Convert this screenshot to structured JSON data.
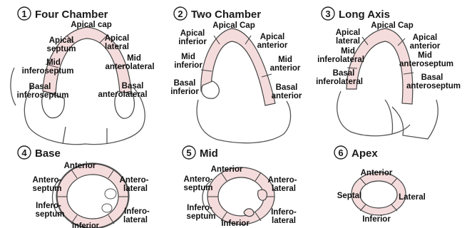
{
  "colors": {
    "segment_fill": "#f5dcdc",
    "outline": "#444444",
    "text": "#111111"
  },
  "views": [
    {
      "number": "1",
      "title": "Four Chamber",
      "labels": {
        "apical_cap": "Apical cap",
        "apical_septum_1": "Apical",
        "apical_septum_2": "septum",
        "apical_lateral_1": "Apical",
        "apical_lateral_2": "lateral",
        "mid_inferoseptum_1": "Mid",
        "mid_inferoseptum_2": "inferoseptum",
        "mid_anterolateral_1": "Mid",
        "mid_anterolateral_2": "anterolateral",
        "basal_inferoseptum_1": "Basal",
        "basal_inferoseptum_2": "inferoseptum",
        "basal_anterolateral_1": "Basal",
        "basal_anterolateral_2": "anterolateral"
      }
    },
    {
      "number": "2",
      "title": "Two Chamber",
      "labels": {
        "apical_cap": "Apical Cap",
        "apical_inferior_1": "Apical",
        "apical_inferior_2": "inferior",
        "apical_anterior_1": "Apical",
        "apical_anterior_2": "anterior",
        "mid_inferior_1": "Mid",
        "mid_inferior_2": "inferior",
        "mid_anterior_1": "Mid",
        "mid_anterior_2": "anterior",
        "basal_inferior_1": "Basal",
        "basal_inferior_2": "inferior",
        "basal_anterior_1": "Basal",
        "basal_anterior_2": "anterior"
      }
    },
    {
      "number": "3",
      "title": "Long Axis",
      "labels": {
        "apical_cap": "Apical Cap",
        "apical_lateral_1": "Apical",
        "apical_lateral_2": "lateral",
        "apical_anterior_1": "Apical",
        "apical_anterior_2": "anterior",
        "mid_inferolateral_1": "Mid",
        "mid_inferolateral_2": "inferolateral",
        "mid_anteroseptum_1": "Mid",
        "mid_anteroseptum_2": "anteroseptum",
        "basal_inferolateral_1": "Basal",
        "basal_inferolateral_2": "inferolateral",
        "basal_anteroseptum_1": "Basal",
        "basal_anteroseptum_2": "anteroseptum"
      }
    },
    {
      "number": "4",
      "title": "Base",
      "labels": {
        "anterior": "Anterior",
        "anteroseptum_1": "Antero-",
        "anteroseptum_2": "septum",
        "anterolateral_1": "Antero-",
        "anterolateral_2": "lateral",
        "inferoseptum_1": "Infero-",
        "inferoseptum_2": "septum",
        "inferolateral_1": "Infero-",
        "inferolateral_2": "lateral",
        "inferior": "Inferior"
      }
    },
    {
      "number": "5",
      "title": "Mid",
      "labels": {
        "anterior": "Anterior",
        "anteroseptum_1": "Antero-",
        "anteroseptum_2": "septum",
        "anterolateral_1": "Antero-",
        "anterolateral_2": "lateral",
        "inferoseptum_1": "Infero-",
        "inferoseptum_2": "septum",
        "inferolateral_1": "Infero-",
        "inferolateral_2": "lateral",
        "inferior": "Inferior"
      }
    },
    {
      "number": "6",
      "title": "Apex",
      "labels": {
        "anterior": "Anterior",
        "septal": "Septal",
        "lateral": "Lateral",
        "inferior": "Inferior"
      }
    }
  ]
}
